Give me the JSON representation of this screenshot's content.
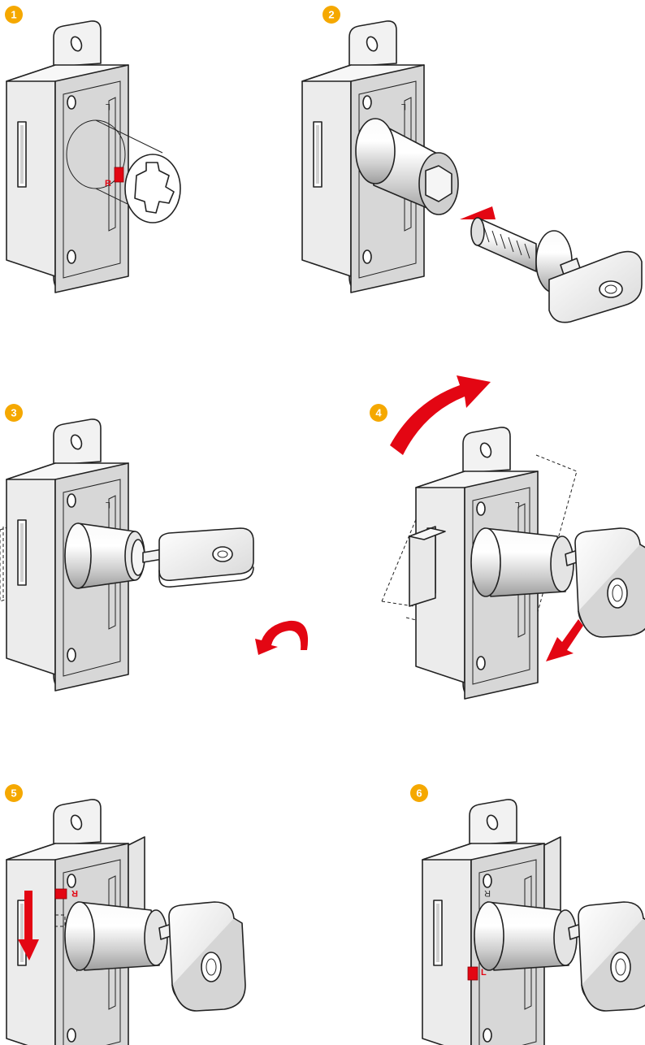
{
  "colors": {
    "badge": "#f5a800",
    "arrow": "#e30613",
    "lock_light": "#f2f2f2",
    "lock_mid": "#d9d9d9",
    "lock_dark": "#bdbdbd",
    "outline": "#222222"
  },
  "steps": [
    {
      "number": "1"
    },
    {
      "number": "2"
    },
    {
      "number": "3"
    },
    {
      "number": "4"
    },
    {
      "number": "5"
    },
    {
      "number": "6"
    }
  ],
  "plate_labels": {
    "left": "L",
    "right": "R"
  },
  "icons": [
    "lock-body-icon",
    "cylinder-icon",
    "key-icon",
    "red-arrow-icon",
    "rotate-arrow-icon",
    "slider-icon"
  ]
}
